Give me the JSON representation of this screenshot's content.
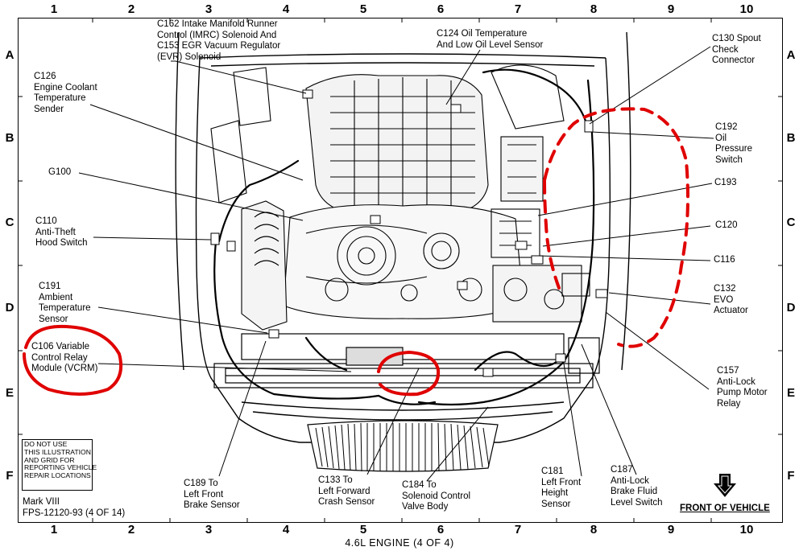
{
  "grid": {
    "columns": [
      "1",
      "2",
      "3",
      "4",
      "5",
      "6",
      "7",
      "8",
      "9",
      "10"
    ],
    "rows": [
      "A",
      "B",
      "C",
      "D",
      "E",
      "F"
    ]
  },
  "labels": {
    "c162": "C162 Intake Manifold Runner\nControl (IMRC) Solenoid And\nC153 EGR Vacuum Regulator\n(EVR) Solenoid",
    "c124": "C124 Oil Temperature\nAnd Low Oil Level Sensor",
    "c130": "C130 Spout\nCheck\nConnector",
    "c126": "C126\nEngine Coolant\nTemperature\nSender",
    "c192": "C192\nOil\nPressure\nSwitch",
    "g100": "G100",
    "c193": "C193",
    "c110": "C110\nAnti-Theft\nHood Switch",
    "c120": "C120",
    "c116": "C116",
    "c191": "C191\nAmbient\nTemperature\nSensor",
    "c132": "C132\nEVO\nActuator",
    "c106": "C106 Variable\nControl Relay\nModule (VCRM)",
    "c157": "C157\nAnti-Lock\nPump Motor\nRelay",
    "c189": "C189 To\nLeft Front\nBrake Sensor",
    "c133": "C133 To\nLeft Forward\nCrash Sensor",
    "c184": "C184 To\nSolenoid Control\nValve Body",
    "c181": "C181\nLeft Front\nHeight\nSensor",
    "c187": "C187\nAnti-Lock\nBrake Fluid\nLevel Switch"
  },
  "notice": "DO NOT USE\nTHIS ILLUSTRATION\nAND GRID FOR\nREPORTING VEHICLE\nREPAIR LOCATIONS",
  "footer": {
    "model": "Mark VIII",
    "ref": "FPS-12120-93 (4 OF 14)",
    "front": "FRONT OF VEHICLE",
    "title": "4.6L ENGINE (4 OF 4)"
  },
  "colors": {
    "annotation": "#e00000",
    "ink": "#000000"
  }
}
